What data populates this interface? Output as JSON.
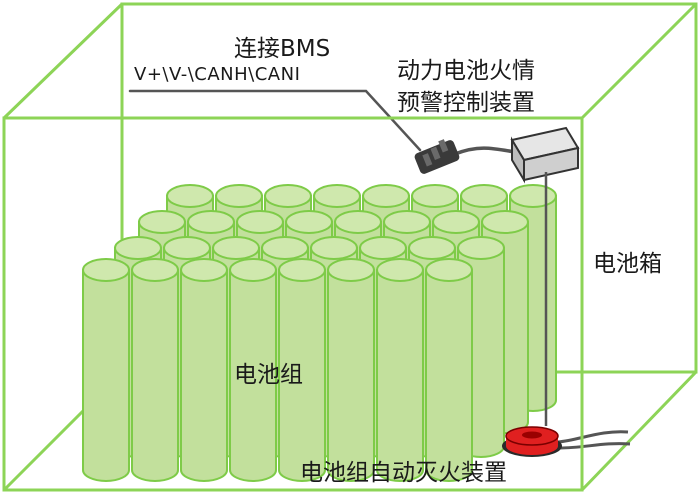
{
  "labels": {
    "bms_connect": "连接BMS",
    "bms_signals": "V+\\V-\\CANH\\CANI",
    "warning_device_line1": "动力电池火情",
    "warning_device_line2": "预警控制装置",
    "battery_box": "电池箱",
    "battery_pack": "电池组",
    "extinguisher": "电池组自动灭火装置"
  },
  "colors": {
    "box_frame": "#8dd457",
    "cell_fill": "#c2e09c",
    "cell_stroke": "#7ecb48",
    "wire": "#555555",
    "device_body": "#d4d4d4",
    "extinguisher": "#e02020"
  }
}
